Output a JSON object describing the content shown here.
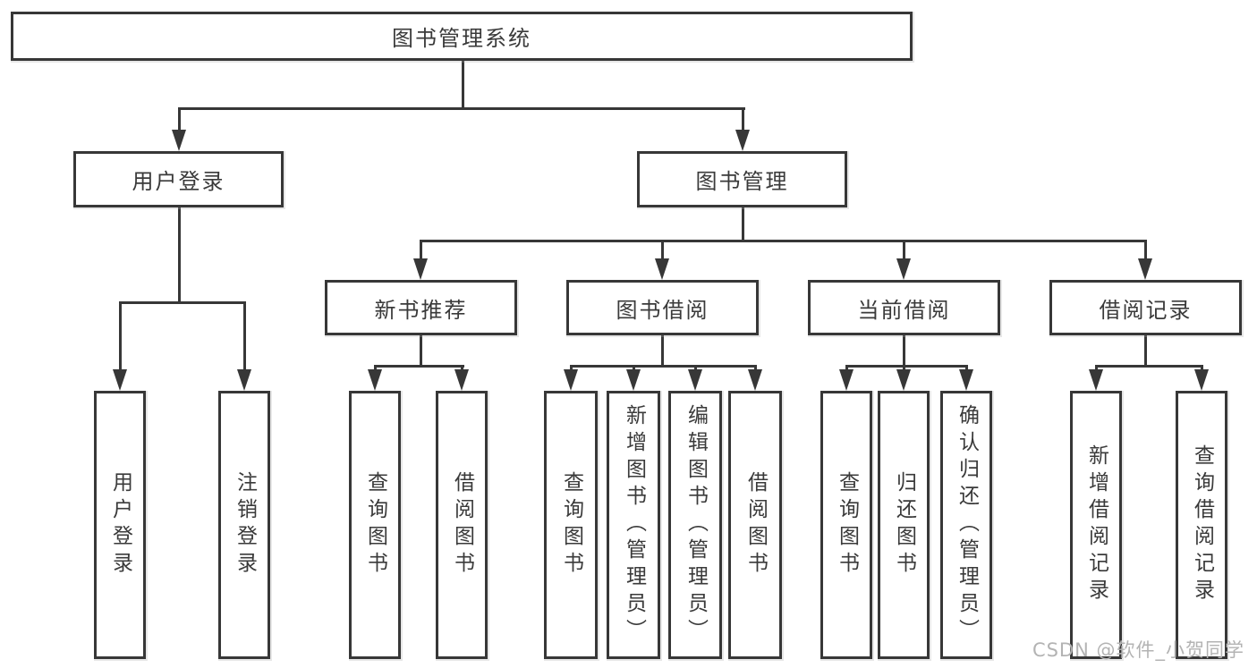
{
  "page": {
    "background": "#ffffff"
  },
  "colors": {
    "page_background": "#ffffff",
    "line": "#373737",
    "box_border": "#373737",
    "box_background": "#ffffff",
    "text": "#3a3a3a",
    "watermark": "#b3b3b3"
  },
  "tree": {
    "label": "图书管理系统",
    "children": [
      {
        "label": "用户登录",
        "children": [
          {
            "label": "用户登录"
          },
          {
            "label": "注销登录"
          }
        ]
      },
      {
        "label": "图书管理",
        "children": [
          {
            "label": "新书推荐",
            "children": [
              {
                "label": "查询图书"
              },
              {
                "label": "借阅图书"
              }
            ]
          },
          {
            "label": "图书借阅",
            "children": [
              {
                "label": "查询图书"
              },
              {
                "label": "新增图书（管理员）"
              },
              {
                "label": "编辑图书（管理员）"
              },
              {
                "label": "借阅图书"
              }
            ]
          },
          {
            "label": "当前借阅",
            "children": [
              {
                "label": "查询图书"
              },
              {
                "label": "归还图书"
              },
              {
                "label": "确认归还（管理员）"
              }
            ]
          },
          {
            "label": "借阅记录",
            "children": [
              {
                "label": "新增借阅记录"
              },
              {
                "label": "查询借阅记录"
              }
            ]
          }
        ]
      }
    ]
  },
  "watermark": {
    "text": "CSDN @软件_小贺同学"
  }
}
